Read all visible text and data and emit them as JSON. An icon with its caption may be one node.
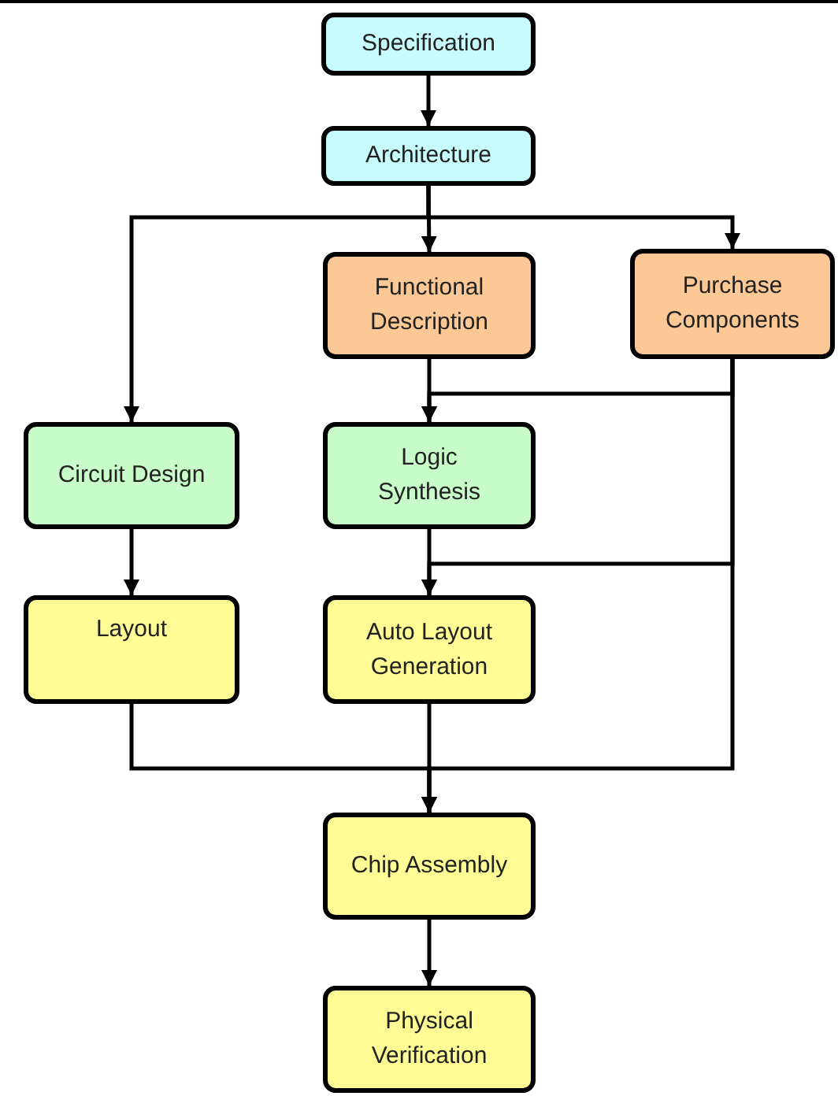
{
  "diagram": {
    "nodes": [
      {
        "text": [
          "Specification"
        ]
      },
      {
        "text": [
          "Architecture"
        ]
      },
      {
        "text": [
          "Functional Description"
        ]
      },
      {
        "text": [
          "Purchase Components"
        ]
      },
      {
        "text": [
          "Circuit Design"
        ]
      },
      {
        "text": [
          "Logic Synthesis"
        ]
      },
      {
        "text": [
          "Layout"
        ]
      },
      {
        "text": [
          "Auto Layout Generation"
        ]
      },
      {
        "text": [
          "Chip Assembly"
        ]
      },
      {
        "text": [
          "Physical Verification"
        ]
      }
    ],
    "edges": [
      {
        "from": 0,
        "to": 1,
        "arrow": "to"
      },
      {
        "from": 1,
        "to": 4,
        "arrow": "to"
      },
      {
        "from": 1,
        "to": 2,
        "arrow": "to"
      },
      {
        "from": 1,
        "to": 3,
        "arrow": "to"
      },
      {
        "from": 2,
        "to": 5,
        "arrow": "to"
      },
      {
        "from": 3,
        "to": 5,
        "arrow": "to"
      },
      {
        "from": 3,
        "to": 7,
        "arrow": "to"
      },
      {
        "from": 3,
        "to": 8,
        "arrow": "to"
      },
      {
        "from": 4,
        "to": 6,
        "arrow": "to"
      },
      {
        "from": 5,
        "to": 7,
        "arrow": "to"
      },
      {
        "from": 6,
        "to": 8,
        "arrow": "to"
      },
      {
        "from": 7,
        "to": 8,
        "arrow": "to"
      },
      {
        "from": 8,
        "to": 9,
        "arrow": "to"
      }
    ]
  }
}
